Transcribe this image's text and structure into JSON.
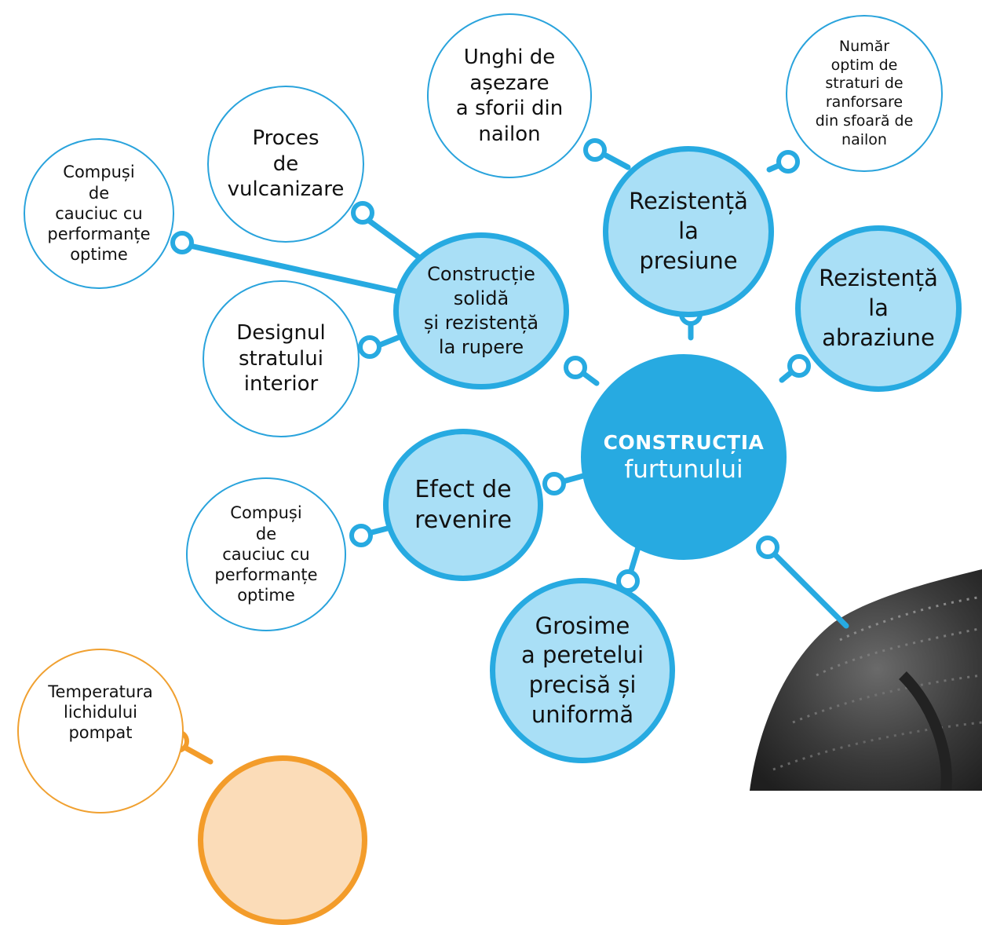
{
  "colors": {
    "primary_blue": "#27aae1",
    "light_blue_fill": "#a9dff6",
    "leaf_border_blue": "#29a3dc",
    "orange": "#f39c2a",
    "orange_fill": "#fbdcb8",
    "text": "#111111",
    "white": "#ffffff"
  },
  "center": {
    "title": "CONSTRUCȚIA",
    "subtitle": "furtunului"
  },
  "nodes": {
    "unghi": "Unghi de\nașezare\na sforii din\nnailon",
    "numar": "Număr\noptim de\nstraturi de\nranforsare\ndin sfoară de\nnailon",
    "proces": "Proces\nde\nvulcanizare",
    "compusi_top": "Compuși\nde\ncauciuc cu\nperformanțe\noptime",
    "rez_presiune": "Rezistență\nla\npresiune",
    "rez_abraziune": "Rezistență\nla\nabraziune",
    "constructie": "Construcție\nsolidă\nși rezistență\nla rupere",
    "designul": "Designul\nstratului\ninterior",
    "efect": "Efect de\nrevenire",
    "compusi_bottom": "Compuși\nde\ncauciuc cu\nperformanțe\noptime",
    "grosime": "Grosime\na peretelui\nprecisă și\nuniformă",
    "temperatura": "Temperatura\nlichidului\npompat"
  },
  "decor": {
    "hose_image": "hose-photo"
  }
}
